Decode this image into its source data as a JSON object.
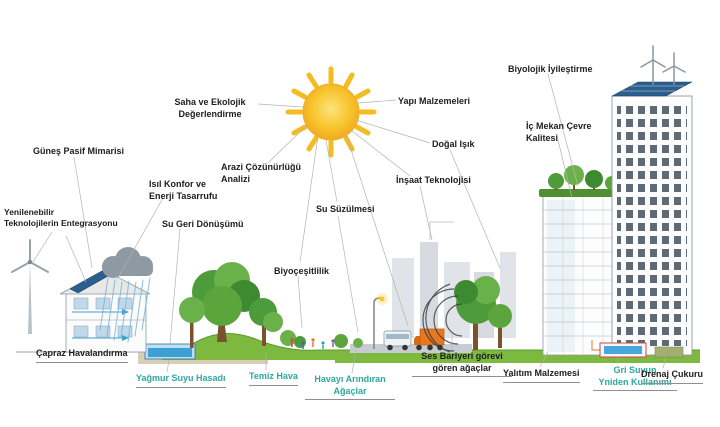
{
  "diagram": {
    "labels": {
      "solar_passive": "Güneş Pasif Mimarisi",
      "site_eco": "Saha ve Ekolojik\nDeğerlendirme",
      "building_materials": "Yapı Malzemeleri",
      "bio_improvement": "Biyolojik İyileştirme",
      "indoor_quality": "İç Mekan Çevre\nKalitesi",
      "natural_light": "Doğal Işık",
      "construction_tech": "İnşaat Teknolojisi",
      "land_analysis": "Arazi Çözünürlüğü\nAnalizi",
      "thermal_comfort": "Isıl Konfor ve\nEnerji Tasarrufu",
      "water_recycling": "Su Geri Dönüşümü",
      "water_filtration": "Su Süzülmesi",
      "renewable_integration": "Yenilenebilir\nTeknolojilerin Entegrasyonu",
      "biodiversity": "Biyoçeşitlilik",
      "cross_ventilation": "Çapraz Havalandırma",
      "rainwater_harvest": "Yağmur Suyu Hasadı",
      "clean_air": "Temiz Hava",
      "air_purifying_trees": "Havayı Arındıran\nAğaçlar",
      "sound_barrier_trees": "Ses Bariyeri görevi\ngören ağaçlar",
      "insulation_material": "Yalıtım Malzemesi",
      "greywater_reuse": "Gri Suyun\nYniden Kullanımı",
      "drainage_pit": "Drenaj Çukuru"
    },
    "colors": {
      "label_black": "#1d1d1d",
      "label_teal": "#2BA8A0",
      "sun_yellow": "#F8C62F",
      "sun_orange": "#F0A31C",
      "leaf_green": "#4E9B3B",
      "ground_green": "#7CB93E",
      "water_blue": "#3E9FD4",
      "solar_panel_blue": "#2B5E8C",
      "truck_orange": "#E87722",
      "cloud_gray": "#8D99A3"
    }
  }
}
